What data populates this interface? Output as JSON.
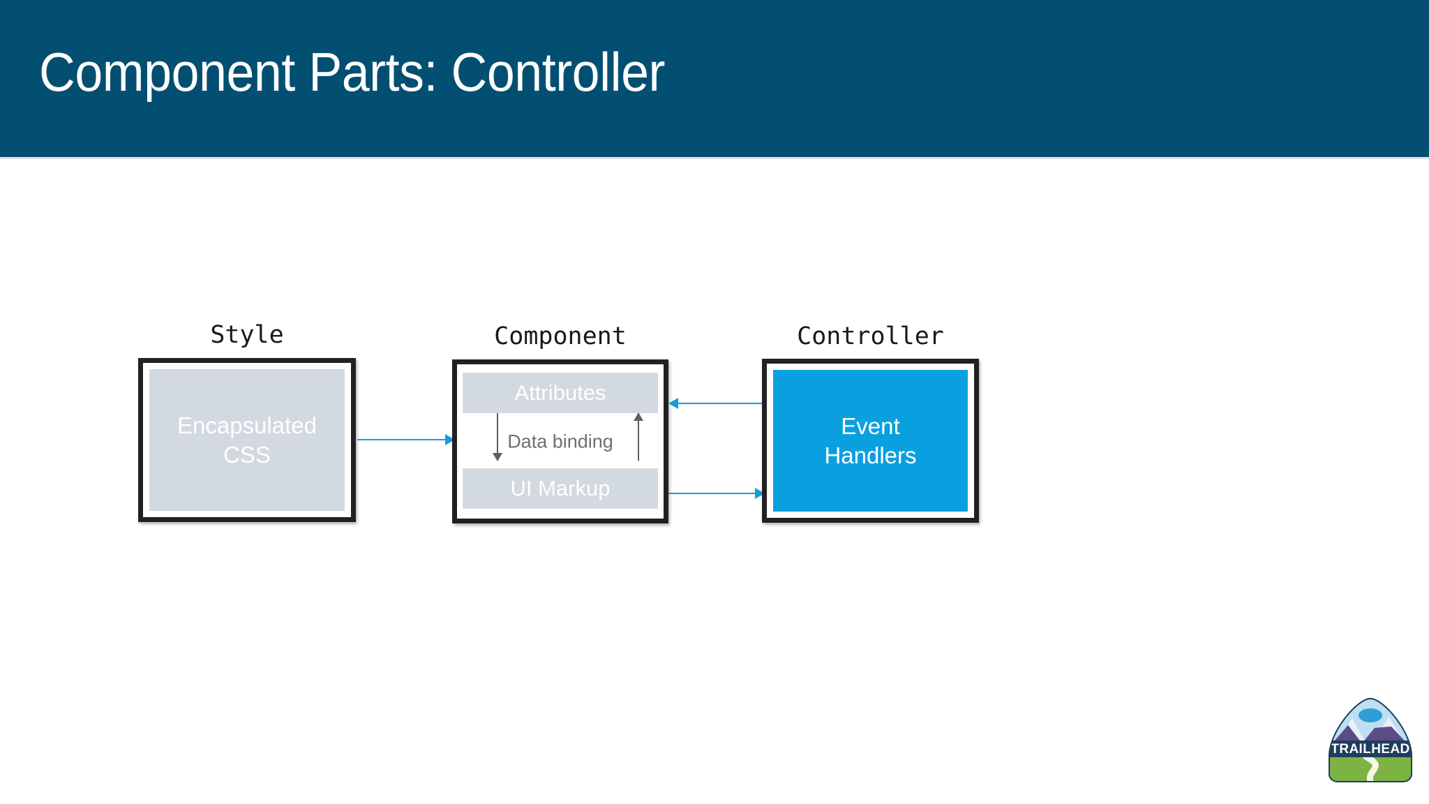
{
  "slide": {
    "title": "Component Parts: Controller",
    "header_color": "#034f72",
    "background_color": "#ffffff"
  },
  "diagram": {
    "accent_arrow_color": "#189cd8",
    "band_color": "#d3d9e0",
    "controller_fill_color": "#0aa0e0",
    "border_color": "#212121",
    "nodes": [
      {
        "key": "style",
        "label": "Style",
        "body": "Encapsulated\nCSS"
      },
      {
        "key": "component",
        "label": "Component",
        "bands": [
          {
            "key": "attributes",
            "text": "Attributes"
          },
          {
            "key": "ui-markup",
            "text": "UI Markup"
          }
        ],
        "binding_label": "Data binding"
      },
      {
        "key": "controller",
        "label": "Controller",
        "body": "Event\nHandlers"
      }
    ]
  },
  "logo": {
    "name": "Trailhead",
    "wordmark": "TRAILHEAD",
    "colors": {
      "banner": "#1f3d5c",
      "sky": "#b9dcef",
      "mountain": "#5b4b87",
      "grass": "#7cb342",
      "trail": "#f4f7e8"
    }
  }
}
